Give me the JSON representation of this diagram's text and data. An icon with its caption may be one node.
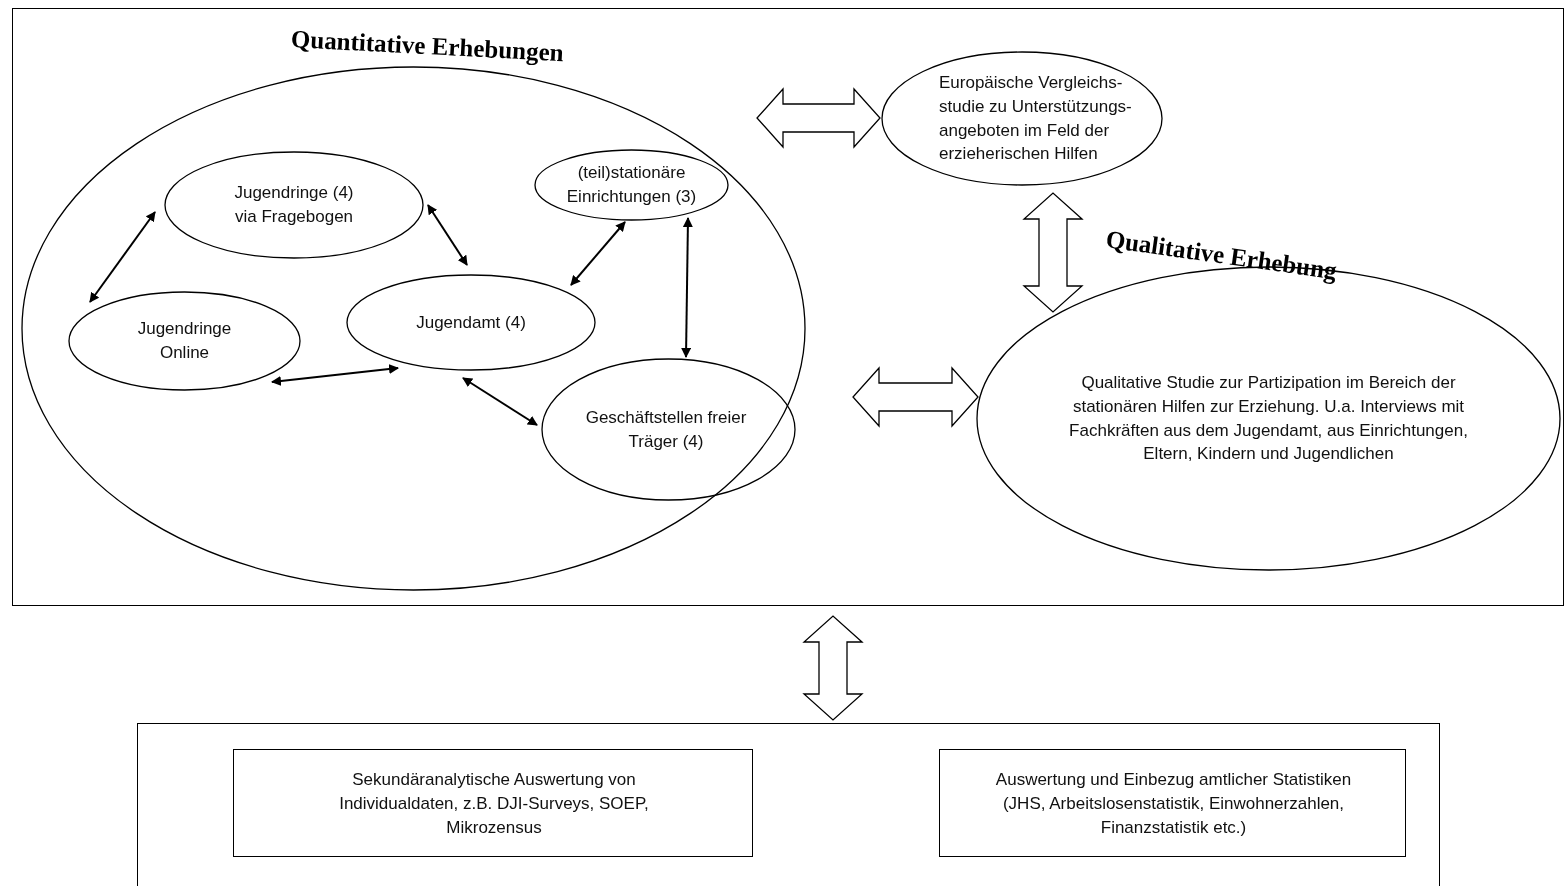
{
  "diagram": {
    "nodes": [
      {
        "text": [],
        "shape": "box"
      },
      {
        "text": [
          "Quantitative Erhebungen"
        ],
        "in": 0
      },
      {
        "text": [
          "Jugendringe (4) via Fragebogen"
        ],
        "in": 1
      },
      {
        "text": [
          "(teil)stationäre Einrichtungen (3)"
        ],
        "in": 1
      },
      {
        "text": [
          "Jugendringe Online"
        ],
        "in": 1
      },
      {
        "text": [
          "Jugendamt (4)"
        ],
        "in": 1
      },
      {
        "text": [
          "Geschäftstellen freier Träger (4)"
        ],
        "in": 1
      },
      {
        "text": [
          "Europäische Vergleichs- studie zu Unterstützungs- angeboten im Feld der erzieherischen Hilfen"
        ],
        "in": 0
      },
      {
        "text": [
          "Qualitative Erhebung",
          "Qualitative Studie zur Partizipation im Bereich der stationären Hilfen zur Erziehung. U.a. Interviews mit Fachkräften aus dem Jugendamt, aus Einrichtungen, Eltern, Kindern und Jugendlichen"
        ],
        "in": 0
      },
      {
        "text": [],
        "shape": "box"
      },
      {
        "text": [
          "Sekundäranalytische Auswertung von Individualdaten, z.B. DJI-Surveys, SOEP, Mikrozensus"
        ],
        "in": 9
      },
      {
        "text": [
          "Auswertung und Einbezug amtlicher Statistiken (JHS, Arbeitslosenstatistik, Einwohnerzahlen, Finanzstatistik etc.)"
        ],
        "in": 9
      }
    ],
    "edges": [
      {
        "from": 2,
        "to": 4,
        "arrow": "both"
      },
      {
        "from": 2,
        "to": 5,
        "arrow": "both"
      },
      {
        "from": 3,
        "to": 5,
        "arrow": "both"
      },
      {
        "from": 3,
        "to": 6,
        "arrow": "both"
      },
      {
        "from": 4,
        "to": 5,
        "arrow": "both"
      },
      {
        "from": 5,
        "to": 6,
        "arrow": "both"
      },
      {
        "from": 1,
        "to": 7,
        "arrow": "both",
        "style": "thick"
      },
      {
        "from": 7,
        "to": 8,
        "arrow": "both",
        "style": "thick"
      },
      {
        "from": 1,
        "to": 8,
        "arrow": "both",
        "style": "thick"
      },
      {
        "from": 0,
        "to": 9,
        "arrow": "both",
        "style": "thick"
      }
    ]
  }
}
